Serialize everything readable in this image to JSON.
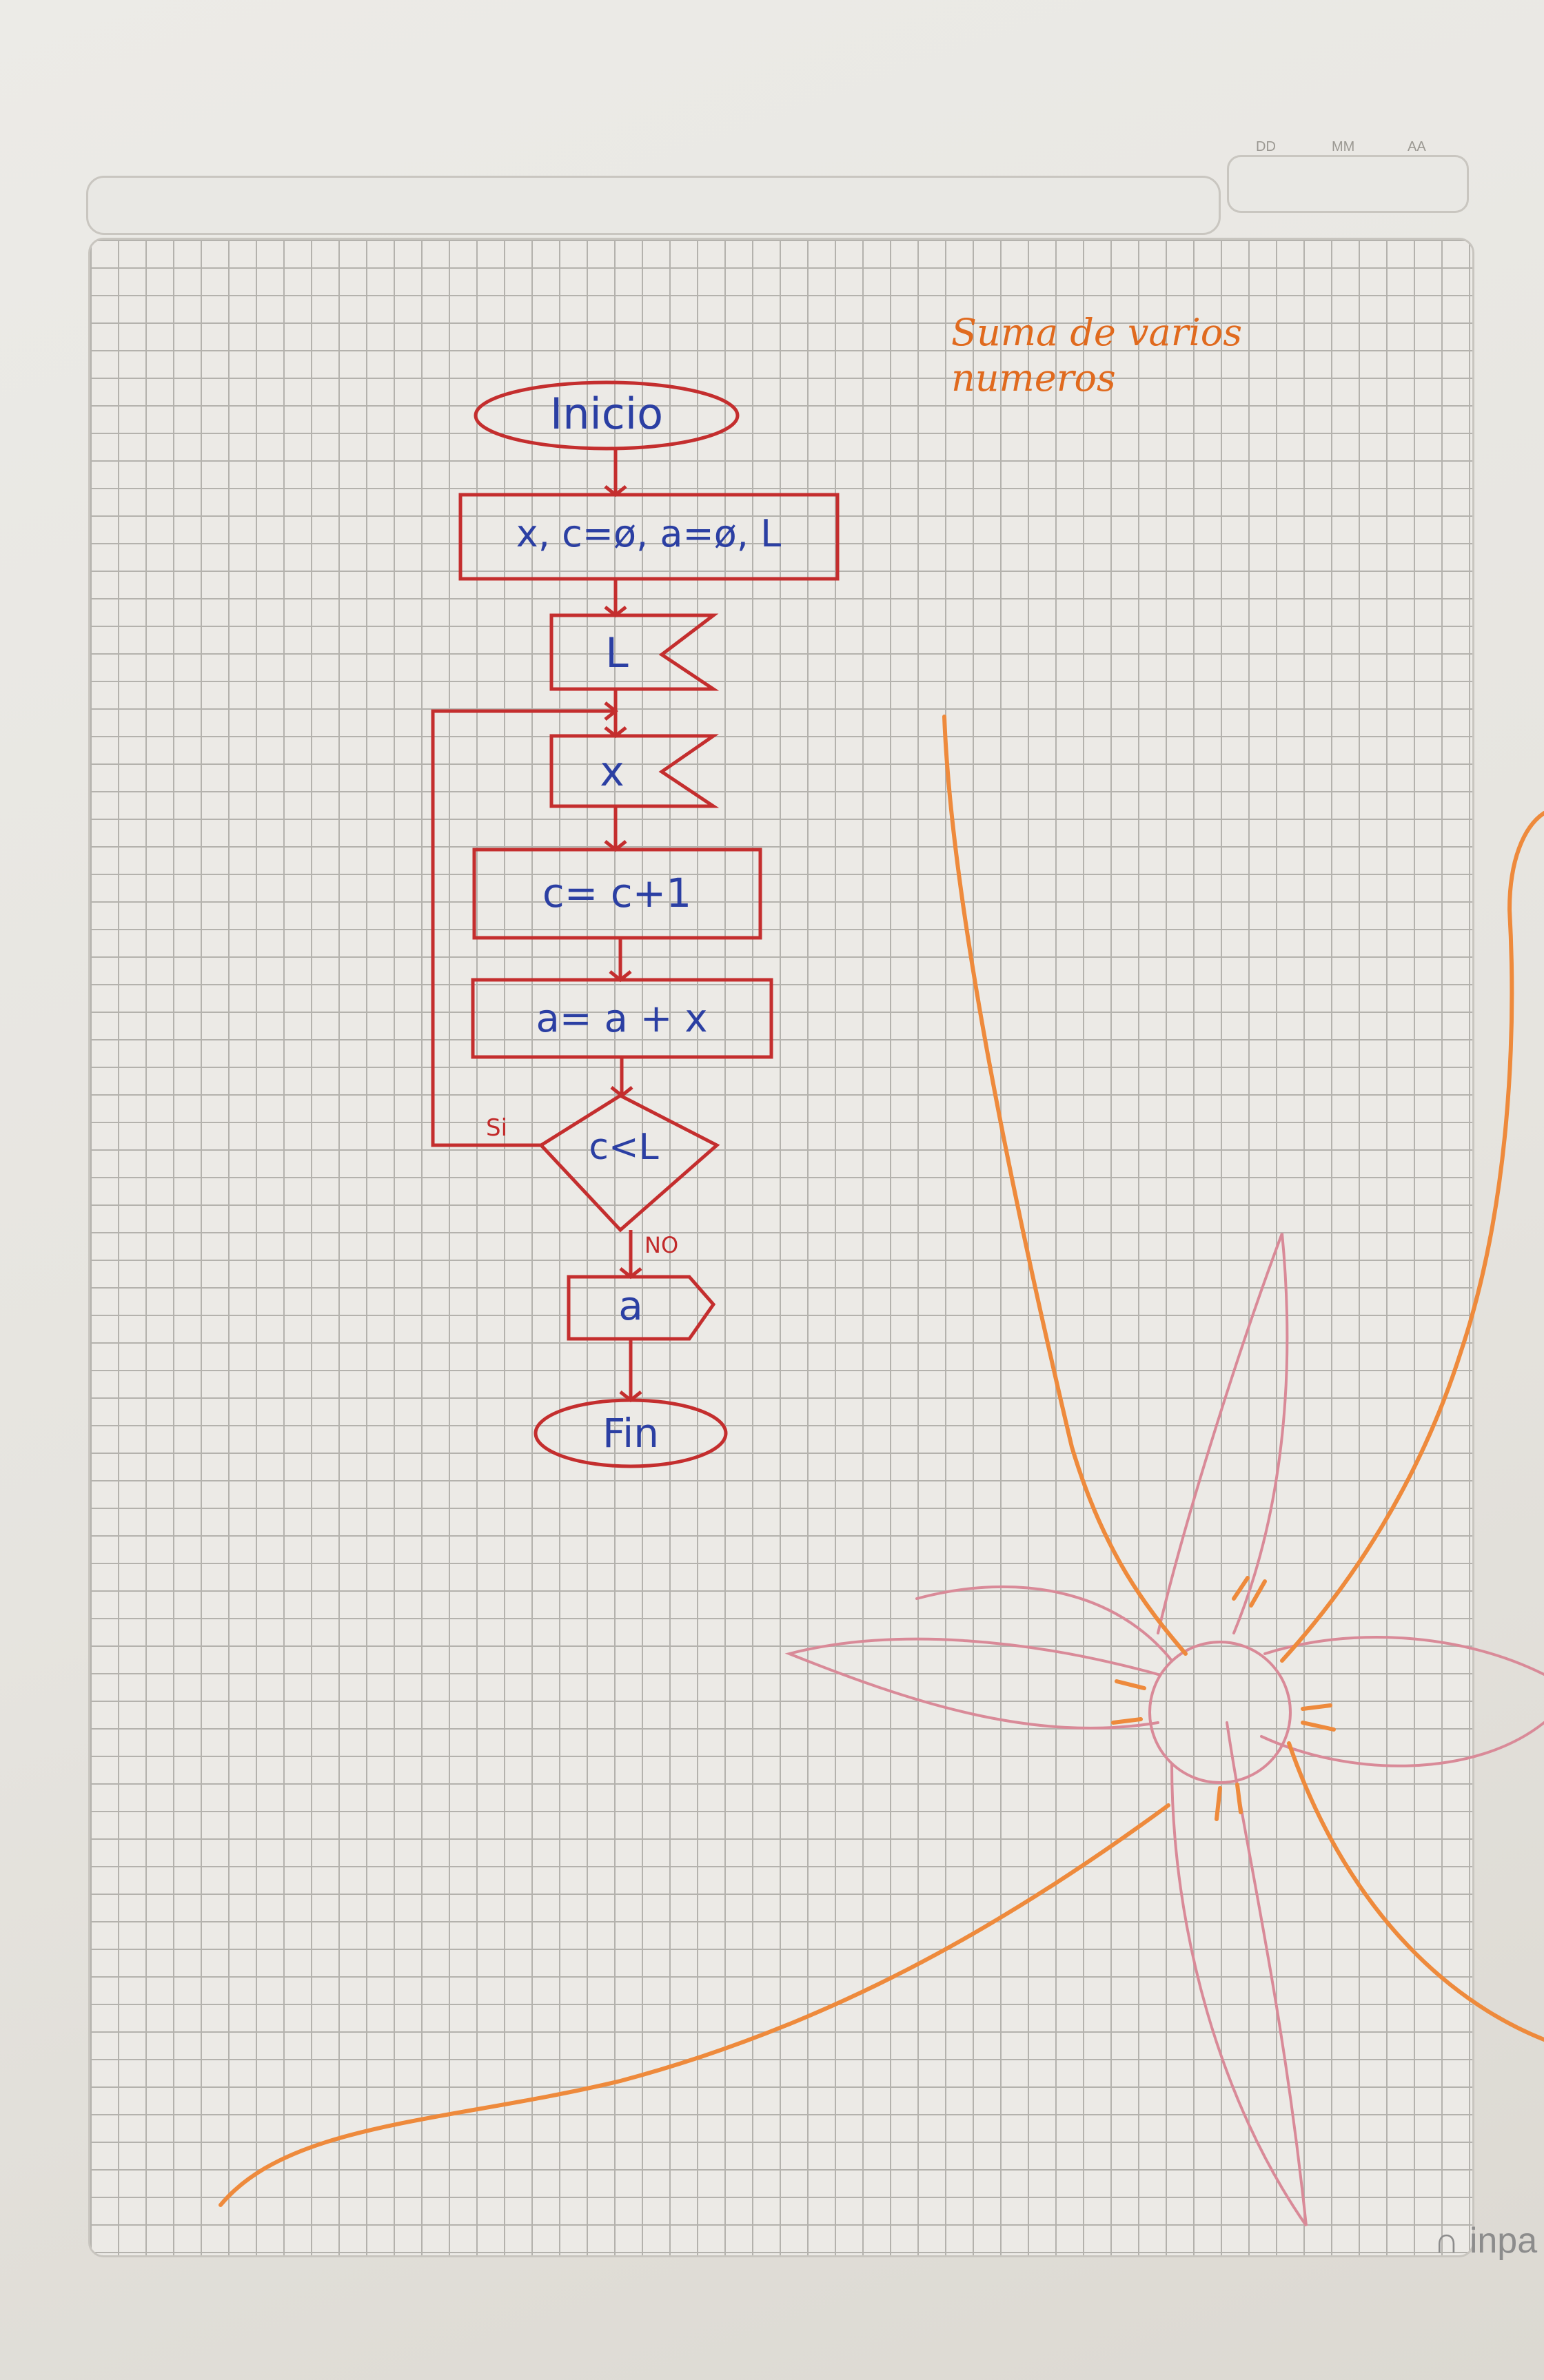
{
  "header": {
    "date_labels": [
      "DD",
      "MM",
      "AA"
    ]
  },
  "title": "Suma de varios numeros",
  "flowchart": {
    "start": "Inicio",
    "init": "x, c=ø, a=ø, L",
    "read_l": "L",
    "read_x": "x",
    "counter": "c= c+1",
    "accumulate": "a= a + x",
    "condition": "c<L",
    "yes_label": "Si",
    "no_label": "NO",
    "output": "a",
    "end": "Fin"
  },
  "brand": "inpa",
  "colors": {
    "flow_line": "#c42e2e",
    "flow_text": "#2b3fa3",
    "flower_orange": "#ee8a3c",
    "flower_pink": "#d98a98",
    "title": "#e06a1e"
  }
}
